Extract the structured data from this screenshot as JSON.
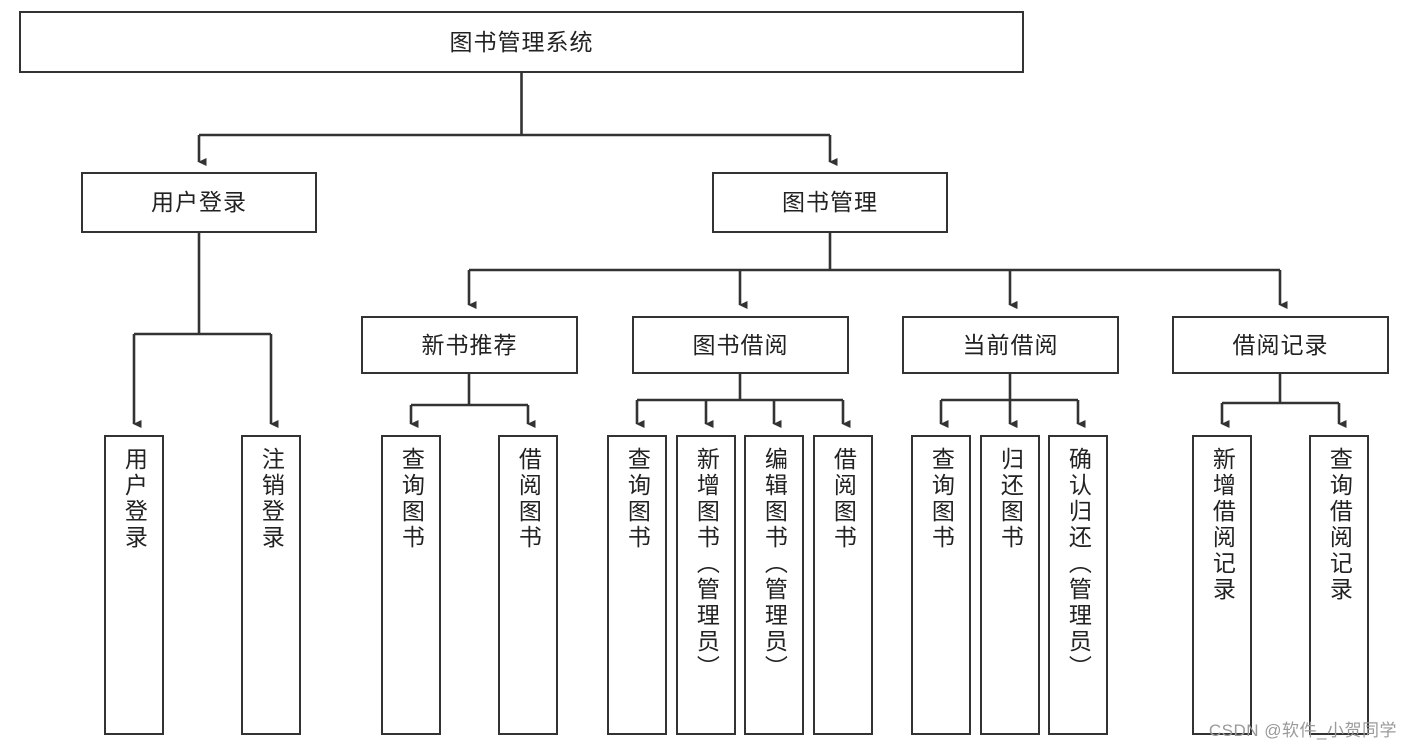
{
  "diagram": {
    "type": "tree",
    "title": "图书管理系统",
    "orientation": "top-down",
    "colors": {
      "box_border": "#333333",
      "box_fill": "#ffffff",
      "connector": "#333333",
      "text": "#222222",
      "watermark": "#9a9a9a"
    },
    "levels": {
      "root": {
        "label": "图书管理系统"
      },
      "level2": [
        {
          "id": "user-login",
          "label": "用户登录"
        },
        {
          "id": "book-management",
          "label": "图书管理"
        }
      ],
      "level3": [
        {
          "id": "new-book-recommend",
          "label": "新书推荐"
        },
        {
          "id": "book-borrow",
          "label": "图书借阅"
        },
        {
          "id": "current-borrow",
          "label": "当前借阅"
        },
        {
          "id": "borrow-record",
          "label": "借阅记录"
        }
      ],
      "leaves": {
        "user_login": [
          {
            "id": "leaf-user-login",
            "label": "用户登录"
          },
          {
            "id": "leaf-logout-login",
            "label": "注销登录"
          }
        ],
        "new_book_recommend": [
          {
            "id": "leaf-query-book-1",
            "label": "查询图书"
          },
          {
            "id": "leaf-borrow-book-1",
            "label": "借阅图书"
          }
        ],
        "book_borrow": [
          {
            "id": "leaf-query-book-2",
            "label": "查询图书"
          },
          {
            "id": "leaf-add-book",
            "label": "新增图书（管理员）"
          },
          {
            "id": "leaf-edit-book",
            "label": "编辑图书（管理员）"
          },
          {
            "id": "leaf-borrow-book-2",
            "label": "借阅图书"
          }
        ],
        "current_borrow": [
          {
            "id": "leaf-query-book-3",
            "label": "查询图书"
          },
          {
            "id": "leaf-return-book",
            "label": "归还图书"
          },
          {
            "id": "leaf-confirm-return",
            "label": "确认归还（管理员）"
          }
        ],
        "borrow_record": [
          {
            "id": "leaf-add-record",
            "label": "新增借阅记录"
          },
          {
            "id": "leaf-query-record",
            "label": "查询借阅记录"
          }
        ]
      }
    }
  },
  "watermark": {
    "text": "CSDN @软件_小贺同学"
  }
}
